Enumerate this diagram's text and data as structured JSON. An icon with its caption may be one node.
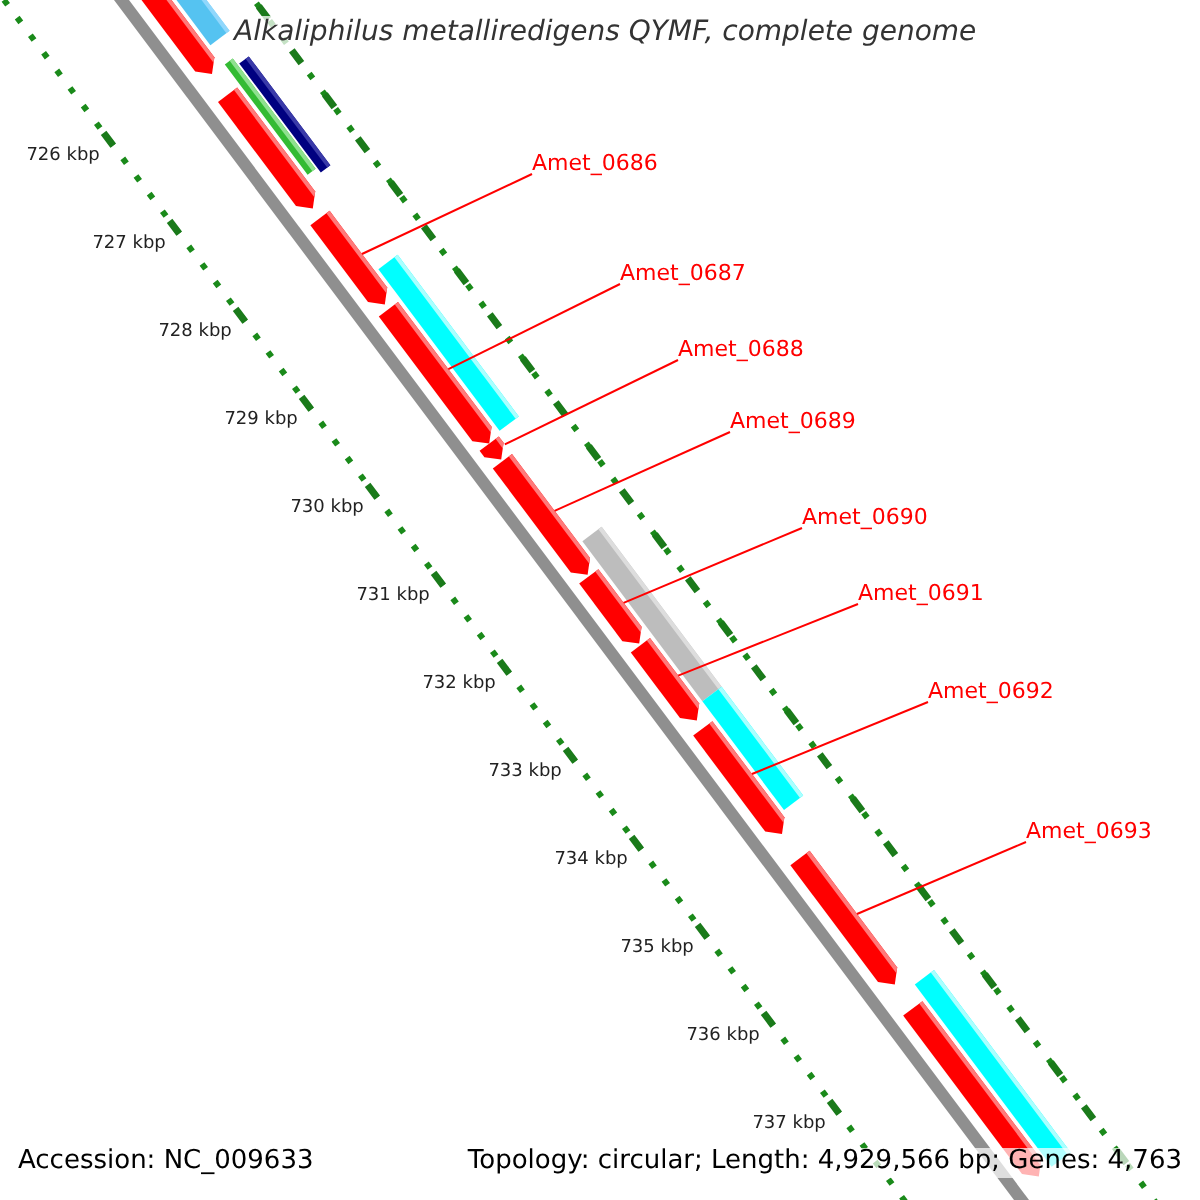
{
  "diagram": {
    "title": "Alkaliphilus metalliredigens QYMF, complete genome",
    "nodes": [
      {
        "text": [
          "Amet_0686"
        ]
      },
      {
        "text": [
          "Amet_0687"
        ]
      },
      {
        "text": [
          "Amet_0688"
        ]
      },
      {
        "text": [
          "Amet_0689"
        ]
      },
      {
        "text": [
          "Amet_0690"
        ]
      },
      {
        "text": [
          "Amet_0691"
        ]
      },
      {
        "text": [
          "Amet_0692"
        ]
      },
      {
        "text": [
          "Amet_0693"
        ]
      },
      {
        "text": [],
        "shape": "bar"
      },
      {
        "text": [],
        "shape": "bar"
      },
      {
        "text": [],
        "shape": "bar"
      },
      {
        "text": [],
        "shape": "bar"
      },
      {
        "text": [],
        "shape": "bar"
      },
      {
        "text": [],
        "shape": "bar"
      },
      {
        "text": [],
        "shape": "bar"
      },
      {
        "text": [],
        "shape": "bar"
      },
      {
        "text": [],
        "shape": "bar"
      },
      {
        "text": [],
        "shape": "bar"
      },
      {
        "text": [],
        "shape": "bar"
      }
    ],
    "edges": [
      {
        "from": 0,
        "to": 10,
        "arrow": "none"
      },
      {
        "from": 1,
        "to": 11,
        "arrow": "none"
      },
      {
        "from": 2,
        "to": 12,
        "arrow": "none"
      },
      {
        "from": 3,
        "to": 13,
        "arrow": "none"
      },
      {
        "from": 4,
        "to": 14,
        "arrow": "none"
      },
      {
        "from": 5,
        "to": 15,
        "arrow": "none"
      },
      {
        "from": 6,
        "to": 16,
        "arrow": "none"
      },
      {
        "from": 7,
        "to": 17,
        "arrow": "none"
      }
    ],
    "labels": [
      "726 kbp",
      "727 kbp",
      "728 kbp",
      "729 kbp",
      "730 kbp",
      "731 kbp",
      "732 kbp",
      "733 kbp",
      "734 kbp",
      "735 kbp",
      "736 kbp",
      "737 kbp",
      "Accession: NC_009633",
      "Topology: circular; Length: 4,929,566 bp; Genes: 4,763"
    ]
  }
}
